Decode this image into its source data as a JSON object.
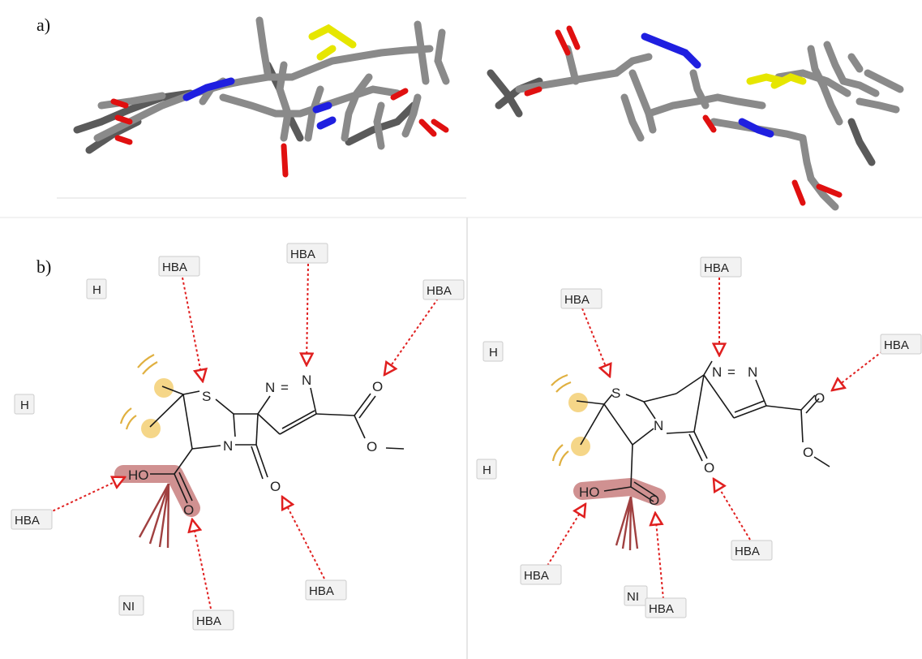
{
  "panels": {
    "a_label": "a)",
    "b_label": "b)"
  },
  "colors": {
    "carbon": "#8a8a8a",
    "carbon_dark": "#5a5a5a",
    "nitrogen": "#1f1fe0",
    "oxygen": "#e01010",
    "sulfur": "#e6e600",
    "acceptor_arrow": "#e02020",
    "hydrophobic": "#f3cc6a",
    "negative_ionizable": "#b04848",
    "bond": "#1a1a1a"
  },
  "left": {
    "atoms": {
      "S": "S",
      "N_ring": "N",
      "N1": "N",
      "N2": "N",
      "N_eq": "=",
      "O_ester": "O",
      "O_ester2": "O",
      "O_lactam": "O",
      "HO": "HO",
      "O_acid": "O"
    },
    "features": {
      "H1": "H",
      "H2": "H",
      "NI": "NI",
      "HBA_S": "HBA",
      "HBA_N": "HBA",
      "HBA_O": "HBA",
      "HBA_HO": "HBA",
      "HBA_Oacid": "HBA",
      "HBA_lactam": "HBA"
    }
  },
  "right": {
    "atoms": {
      "S": "S",
      "N_ring": "N",
      "N1": "N",
      "N2": "N",
      "N_eq": "=",
      "O_ester": "O",
      "O_ester2": "O",
      "O_lactam": "O",
      "HO": "HO",
      "O_acid": "O"
    },
    "features": {
      "H1": "H",
      "H2": "H",
      "NI": "NI",
      "HBA_S": "HBA",
      "HBA_N": "HBA",
      "HBA_O": "HBA",
      "HBA_HO": "HBA",
      "HBA_Oacid": "HBA",
      "HBA_lactam": "HBA"
    }
  }
}
